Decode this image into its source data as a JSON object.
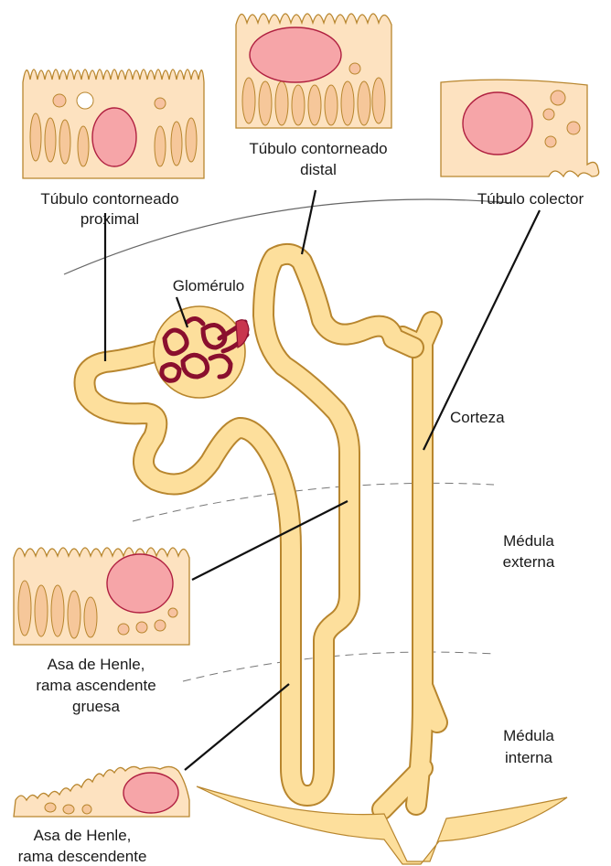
{
  "labels": {
    "tcp": [
      "Túbulo contorneado",
      "proximal"
    ],
    "tcd": [
      "Túbulo contorneado",
      "distal"
    ],
    "tc": "Túbulo colector",
    "glomerulo": "Glomérulo",
    "corteza": "Corteza",
    "medula_externa": [
      "Médula",
      "externa"
    ],
    "medula_interna": [
      "Médula",
      "interna"
    ],
    "asa_asc": [
      "Asa de Henle,",
      "rama ascendente",
      "gruesa"
    ],
    "asa_desc": [
      "Asa de Henle,",
      "rama descendente"
    ]
  },
  "colors": {
    "tubule_fill": "#fddf9c",
    "tubule_outline": "#b8862e",
    "capillary": "#8a0f2e",
    "nucleus": "#f6a5a8",
    "cytoplasm": "#fde2c0"
  }
}
